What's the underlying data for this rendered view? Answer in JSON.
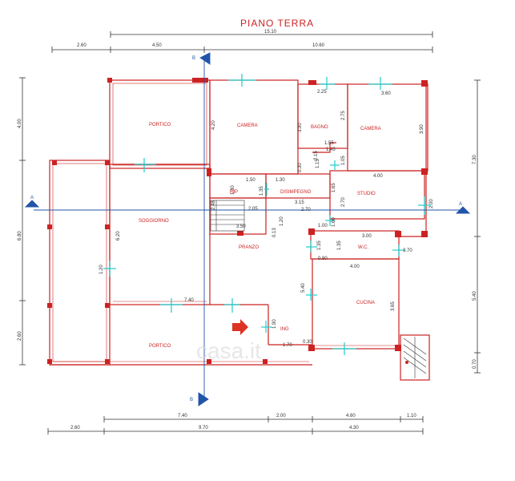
{
  "title": "PIANO TERRA",
  "colors": {
    "wall": "#cc2222",
    "dim": "#333333",
    "axis": "#2255aa",
    "window": "#22cccc",
    "arrow": "#dd3322"
  },
  "rooms": {
    "portico_top": "PORTICO",
    "camera_left": "CAMERA",
    "bagno": "BAGNO",
    "camera_right": "CAMERA",
    "rip": "RIP",
    "disimpegno": "DISIMPEGNO",
    "studio": "STUDIO",
    "soggiorno": "SOGGIORNO",
    "pranzo": "PRANZO",
    "wc": "W.C.",
    "cucina": "CUCINA",
    "ing": "ING",
    "portico_bottom": "PORTICO"
  },
  "dims": {
    "top_total": "15.10",
    "top_a": "2.60",
    "top_b": "4.50",
    "top_c": "10.60",
    "left_upper": "4.00",
    "left_mid": "6.80",
    "left_lower": "2.60",
    "right_total": "7.30",
    "right_mid": "5.40",
    "right_low": "0.70",
    "bot1_a": "7.40",
    "bot1_b": "2.00",
    "bot1_c": "4.60",
    "bot1_d": "1.10",
    "bot2_a": "2.60",
    "bot2_b": "9.70",
    "bot2_c": "4.30",
    "camera_h": "4.20",
    "bagno_w": "2.25",
    "bagno_h": "3.90",
    "bagno_side": "2.75",
    "camera_r_w": "3.60",
    "camera_r_h": "3.90",
    "d155": "1.55",
    "d145": "1.45",
    "d215": "2.15",
    "d030": "0.30",
    "d115": "1.15",
    "d105": "1.05",
    "rip_w": "1.50",
    "rip_x": "1.30",
    "rip_h": "1.35",
    "d130": "1.30",
    "studio_w": "4.00",
    "d165": "1.65",
    "studio_h": "2.70",
    "d315": "3.15",
    "d270": "2.70",
    "d205": "2.05",
    "d248": "2.48",
    "d350": "3.50",
    "d120": "1.20",
    "d013": "0.13",
    "d100": "1.00",
    "d160": "1.60",
    "d300": "3.00",
    "d135": "1.35",
    "d135b": "1.35",
    "d090": "0.90",
    "d370": "3.70",
    "cucina_w": "4.00",
    "sogg_h": "6.20",
    "sogg_win": "1.20",
    "d740": "7.40",
    "d540": "5.40",
    "d365": "3.65",
    "d190": "1.90",
    "d170": "1.70",
    "d030b": "0.30",
    "d200w": "2.00"
  },
  "axes": {
    "a_left": "A",
    "a_right": "A",
    "b_top": "B",
    "b_bottom": "B"
  },
  "watermark": "casa.it"
}
